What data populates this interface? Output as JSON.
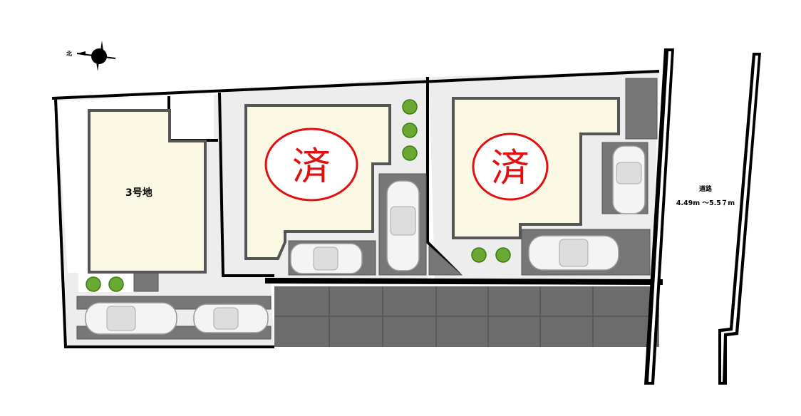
{
  "compass": {
    "north_label": "北"
  },
  "lots": [
    {
      "label": "3号地",
      "status": ""
    },
    {
      "label": "",
      "status": "済"
    },
    {
      "label": "",
      "status": "済"
    }
  ],
  "road": {
    "label": "道路",
    "width": "4.49m ～5.5７m"
  },
  "colors": {
    "sold": "#e01010",
    "building": "#fbf8e4",
    "paving": "#777777",
    "tree": "#6aa832"
  }
}
